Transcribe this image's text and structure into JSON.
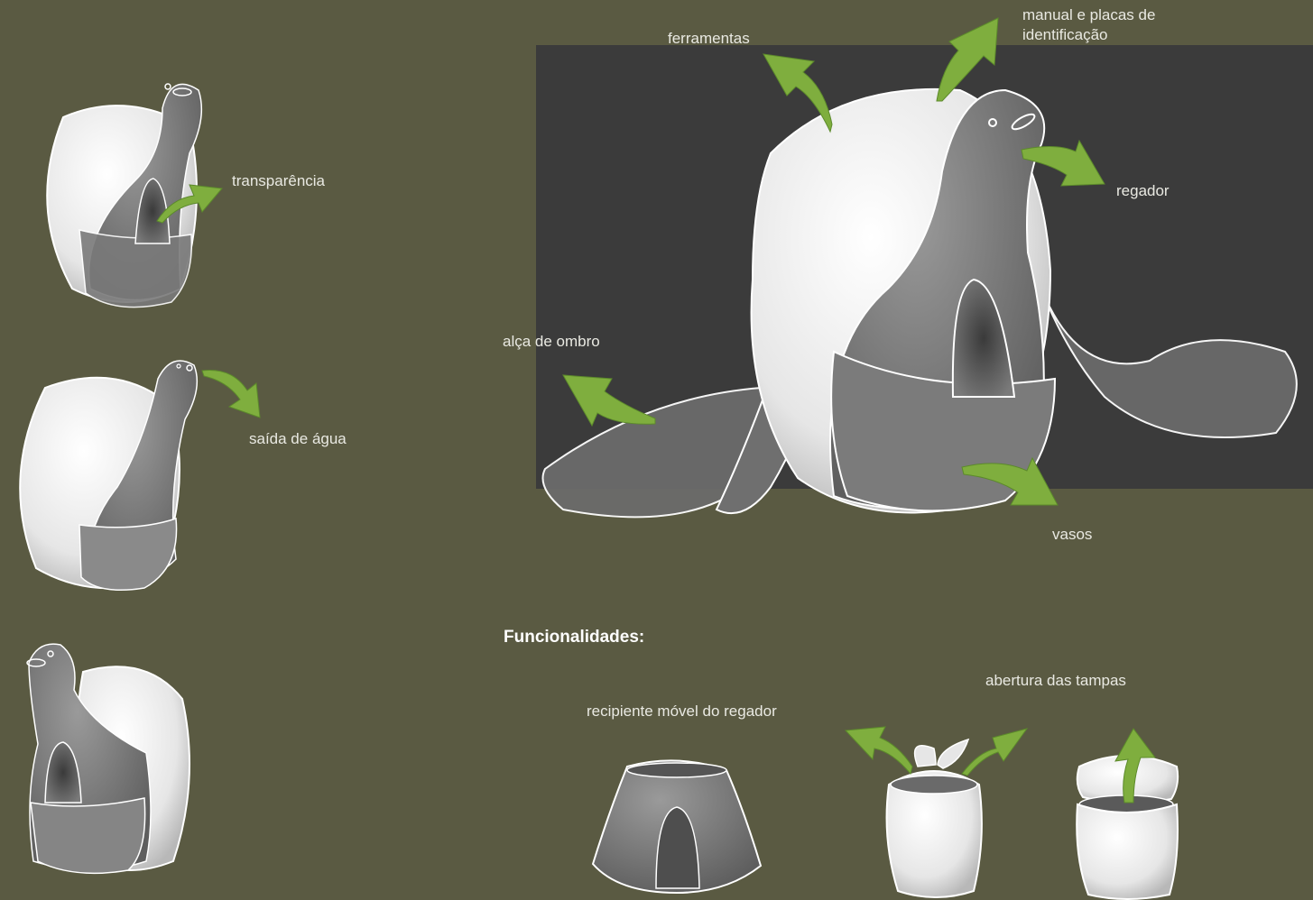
{
  "labels": {
    "transparencia": "transparência",
    "saida_agua": "saída de água",
    "ferramentas": "ferramentas",
    "manual": "manual e placas de identificação",
    "regador": "regador",
    "alca": "alça de ombro",
    "vasos": "vasos",
    "funcionalidades": "Funcionalidades:",
    "recipiente": "recipiente móvel do regador",
    "abertura": "abertura das tampas"
  },
  "colors": {
    "background": "#5a5a42",
    "panel": "#3b3b3b",
    "arrow": "#7fae3e"
  }
}
